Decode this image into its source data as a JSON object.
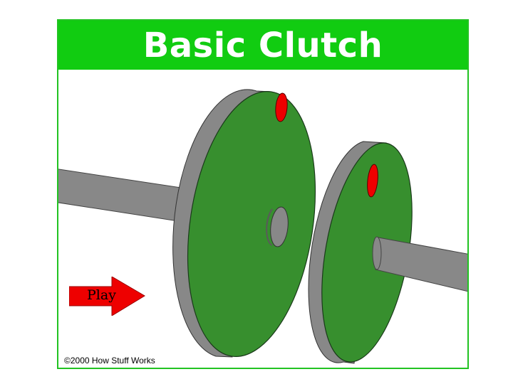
{
  "title": "Basic Clutch",
  "play": {
    "label": "Play"
  },
  "copyright": "©2000 How Stuff Works",
  "colors": {
    "title_bar": "#11cc11",
    "frame_border": "#22c322",
    "disk_face": "#378f2e",
    "disk_edge": "#888888",
    "shaft": "#888888",
    "pin": "#ee0000",
    "play_arrow": "#ee0000"
  },
  "icons": {
    "play": "right-arrow-icon"
  }
}
